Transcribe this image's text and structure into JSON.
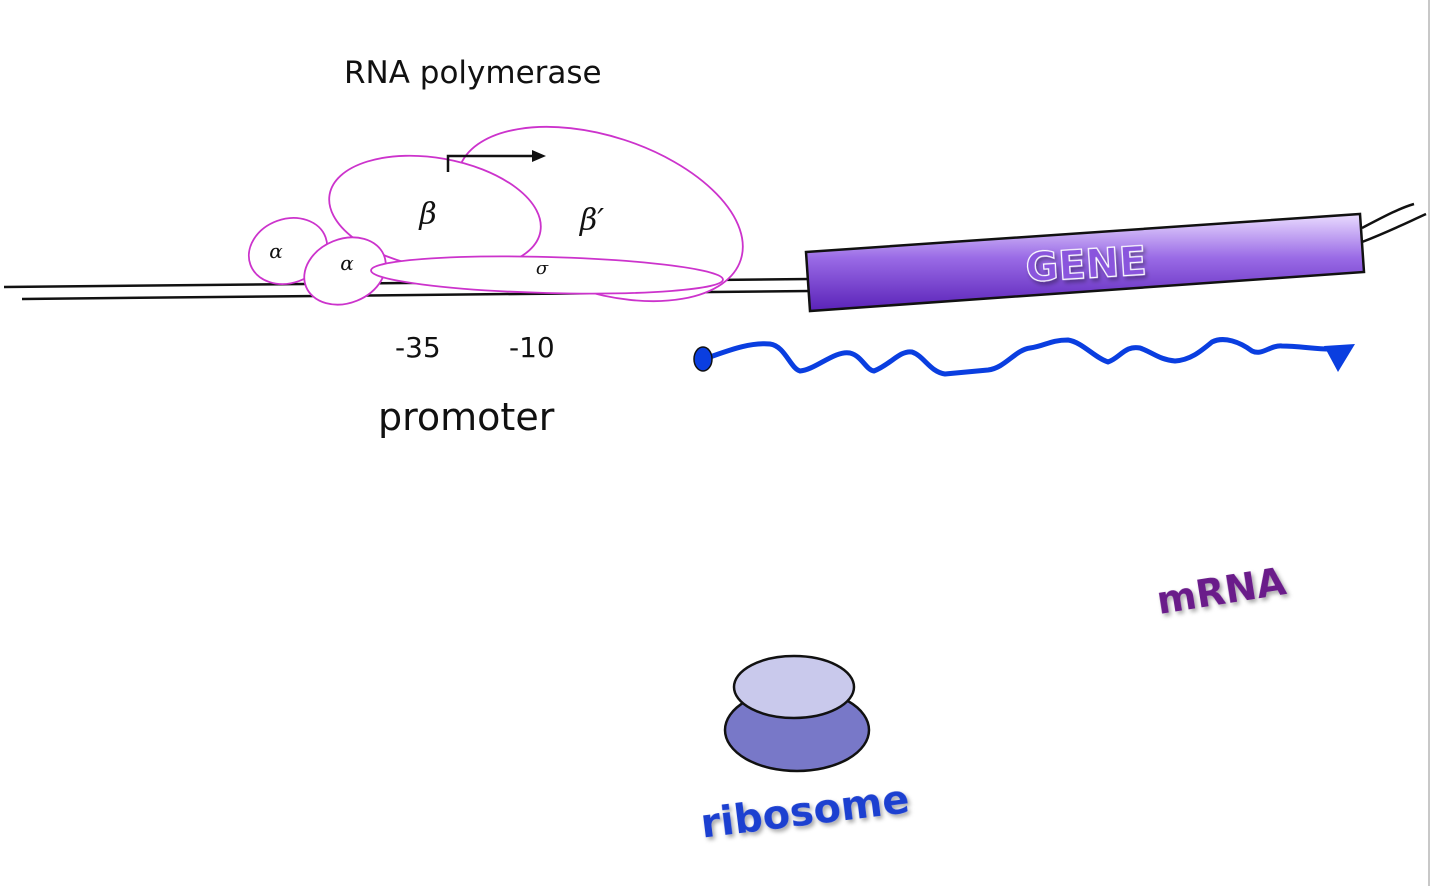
{
  "labels": {
    "rna_polymerase": "RNA polymerase",
    "minus35": "-35",
    "minus10": "-10",
    "promoter": "promoter",
    "gene": "GENE",
    "mrna": "mRNA",
    "ribosome": "ribosome"
  },
  "subunits": {
    "alpha1": "α",
    "alpha2": "α",
    "beta": "β",
    "beta_prime": "β′",
    "sigma": "σ"
  },
  "colors": {
    "polymerase_outline": "#cc33cc",
    "gene_fill": "#7a3fd6",
    "gene_text": "#8a55dd",
    "mrna_strand": "#0a3ee0",
    "mrna_label": "#6a1d8a",
    "ribosome_small": "#c9c9ec",
    "ribosome_large": "#7878c8",
    "ribosome_label": "#1f3fd0",
    "dna": "#111111"
  }
}
